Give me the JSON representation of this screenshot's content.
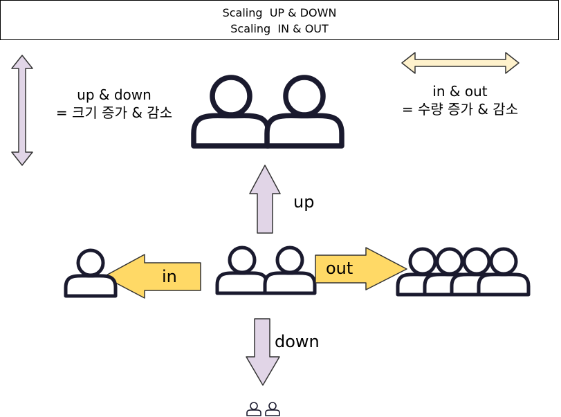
{
  "title": {
    "line1": "Scaling  UP & DOWN",
    "line2": "Scaling  IN & OUT"
  },
  "legend": {
    "up_down": {
      "line1": "up & down",
      "line2": "= 크기 증가 & 감소"
    },
    "in_out": {
      "line1": "in & out",
      "line2": "= 수량 증가 & 감소"
    }
  },
  "arrow_labels": {
    "up": "up",
    "down": "down",
    "in": "in",
    "out": "out"
  },
  "colors": {
    "purple_fill": "#e1d5e7",
    "yellow_fill": "#ffd966",
    "light_yellow_fill": "#fff2cc",
    "icon_stroke": "#1a1a2e",
    "arrow_stroke": "#333333"
  },
  "icons": {
    "user": "user-icon",
    "group": "users-group-icon"
  }
}
